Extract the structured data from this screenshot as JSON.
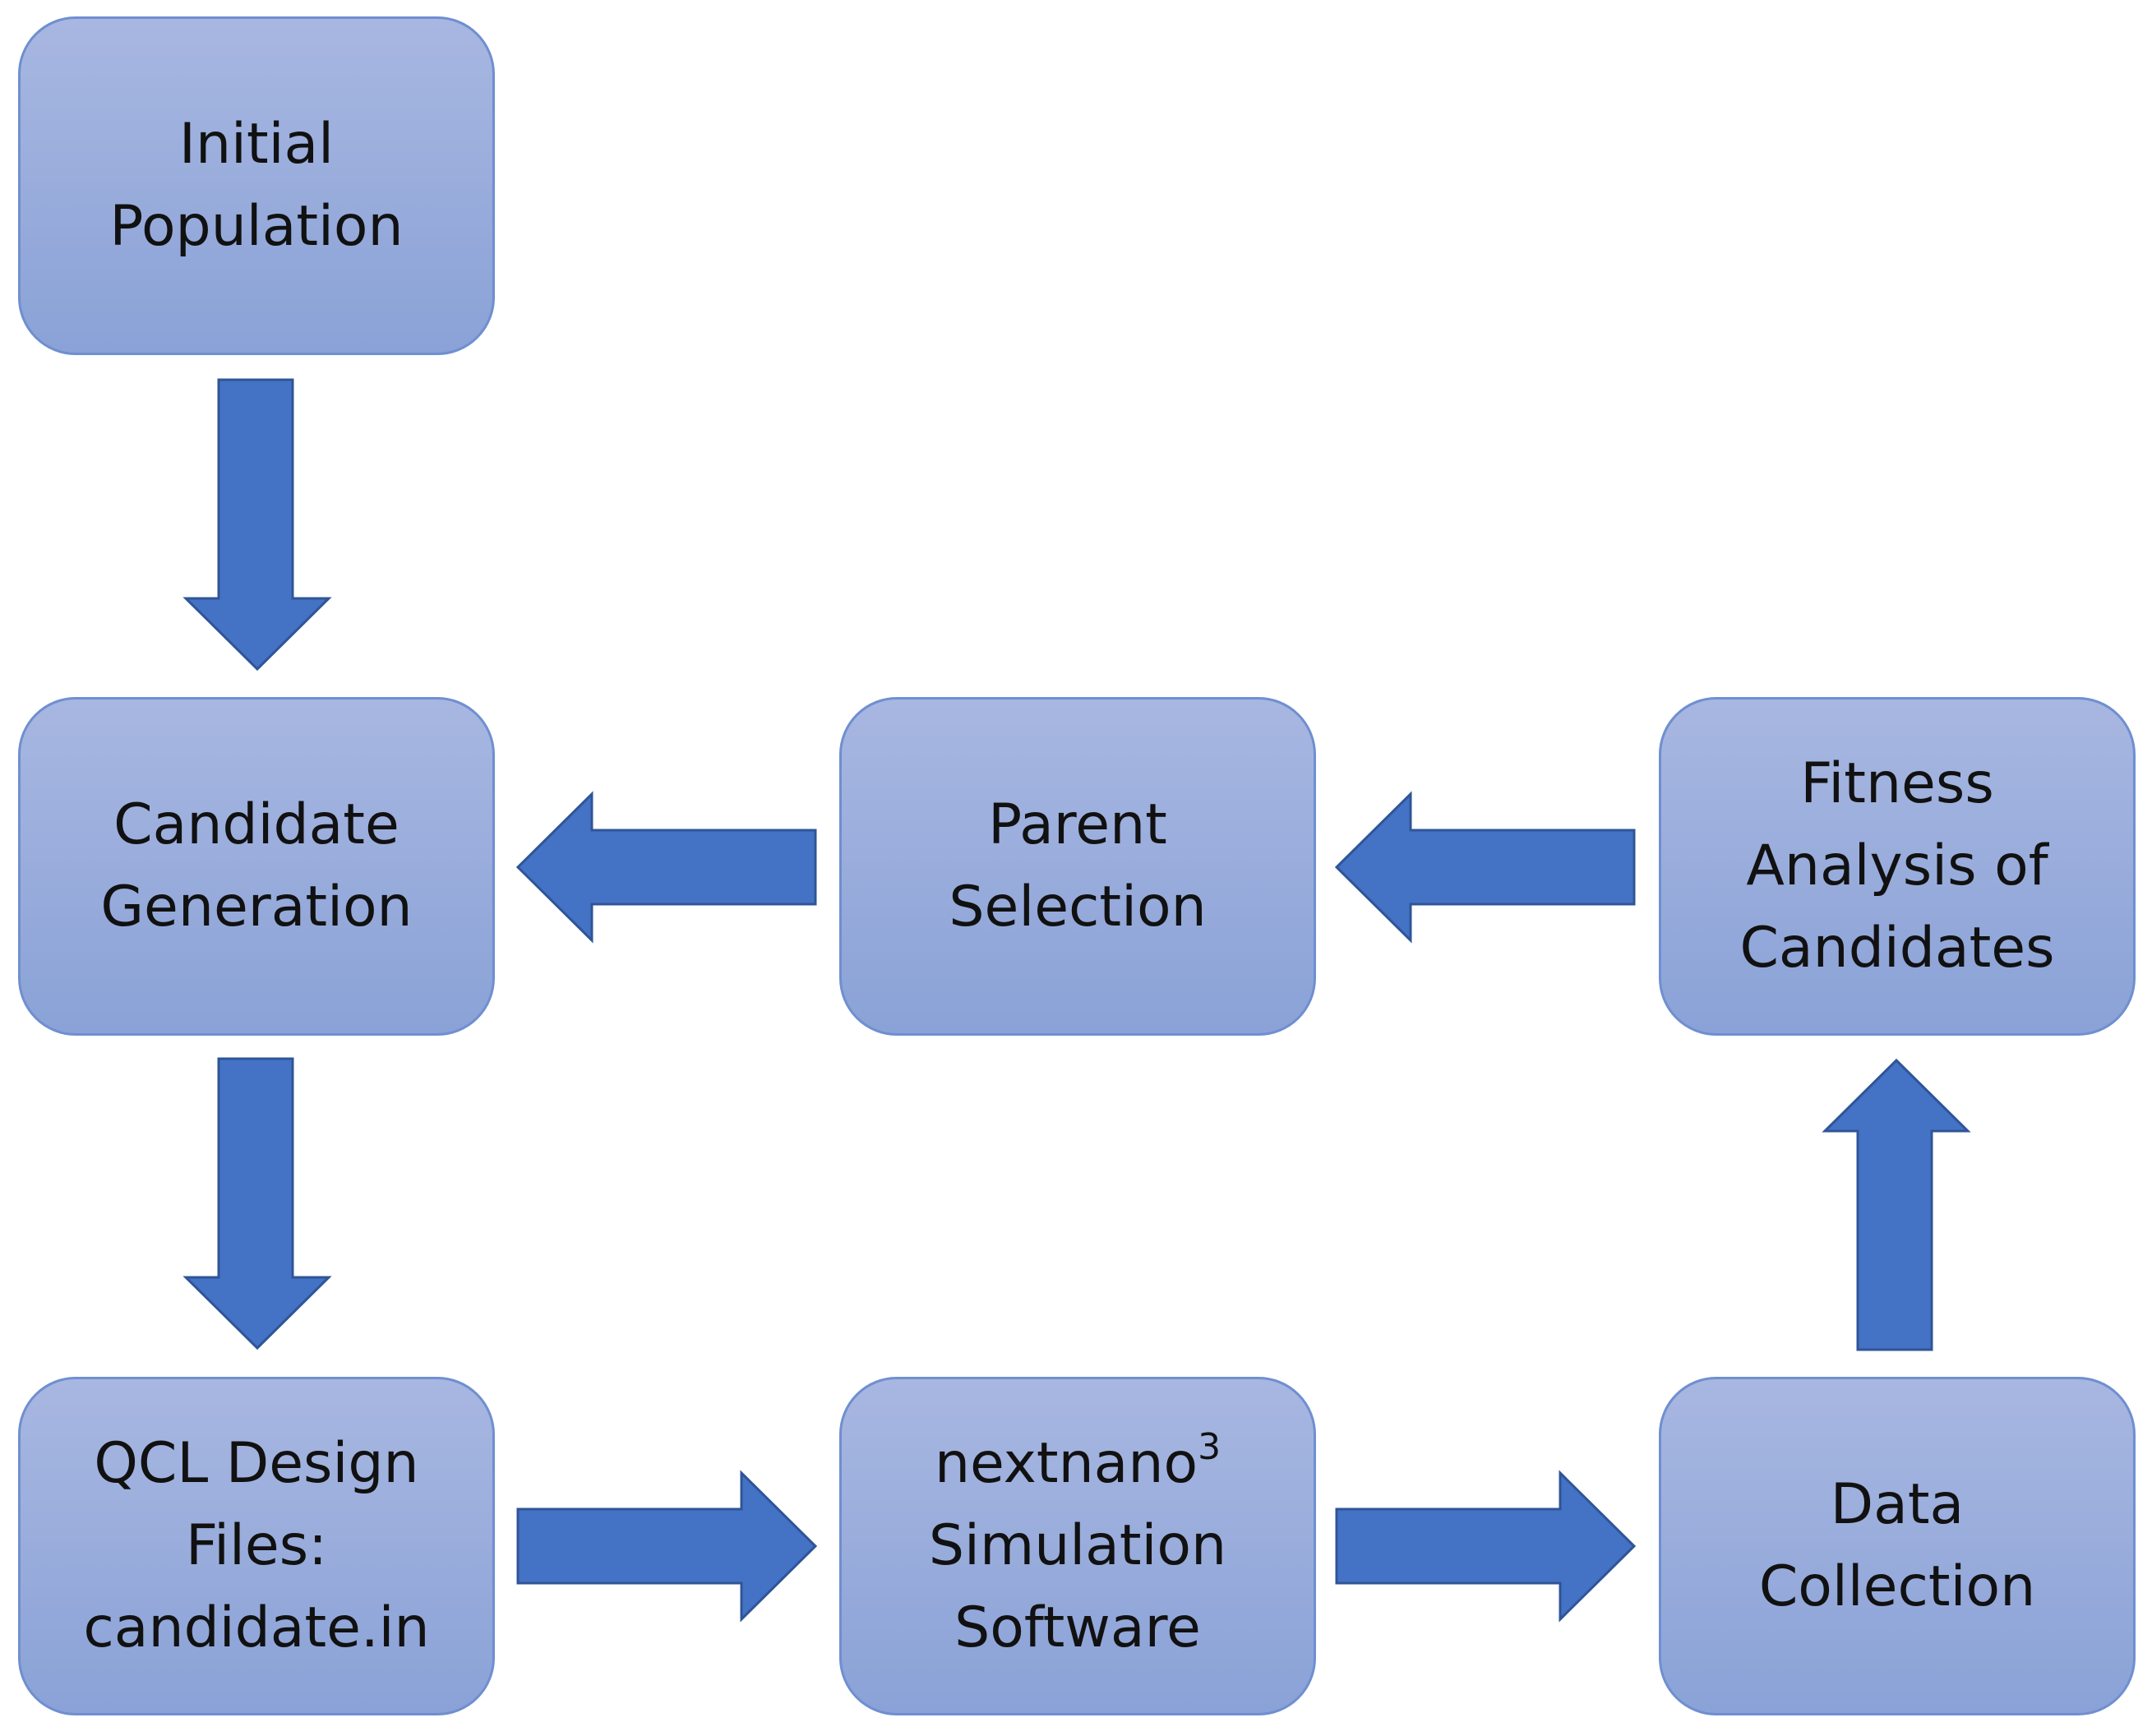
{
  "colors": {
    "box_top": "#a8b7e1",
    "box_bottom": "#8aa2d7",
    "box_border": "#6f8fd0",
    "arrow_fill": "#4472c4",
    "arrow_border": "#2f5597",
    "text": "#111111"
  },
  "nodes": {
    "initial_population": {
      "lines": [
        "Initial",
        "Population"
      ]
    },
    "candidate_generation": {
      "lines": [
        "Candidate",
        "Generation"
      ]
    },
    "parent_selection": {
      "lines": [
        "Parent",
        "Selection"
      ]
    },
    "fitness_analysis": {
      "lines": [
        "Fitness",
        "Analysis of",
        "Candidates"
      ]
    },
    "qcl_design_files": {
      "lines": [
        "QCL Design",
        "Files:",
        "candidate.in"
      ]
    },
    "nextnano": {
      "name": "nextnano",
      "superscript": "3",
      "lines": [
        "Simulation",
        "Software"
      ]
    },
    "data_collection": {
      "lines": [
        "Data",
        "Collection"
      ]
    }
  },
  "edges": [
    {
      "from": "Initial Population",
      "to": "Candidate Generation",
      "direction": "down"
    },
    {
      "from": "Candidate Generation",
      "to": "QCL Design Files: candidate.in",
      "direction": "down"
    },
    {
      "from": "QCL Design Files: candidate.in",
      "to": "nextnano3 Simulation Software",
      "direction": "right"
    },
    {
      "from": "nextnano3 Simulation Software",
      "to": "Data Collection",
      "direction": "right"
    },
    {
      "from": "Data Collection",
      "to": "Fitness Analysis of Candidates",
      "direction": "up"
    },
    {
      "from": "Fitness Analysis of Candidates",
      "to": "Parent Selection",
      "direction": "left"
    },
    {
      "from": "Parent Selection",
      "to": "Candidate Generation",
      "direction": "left"
    }
  ]
}
